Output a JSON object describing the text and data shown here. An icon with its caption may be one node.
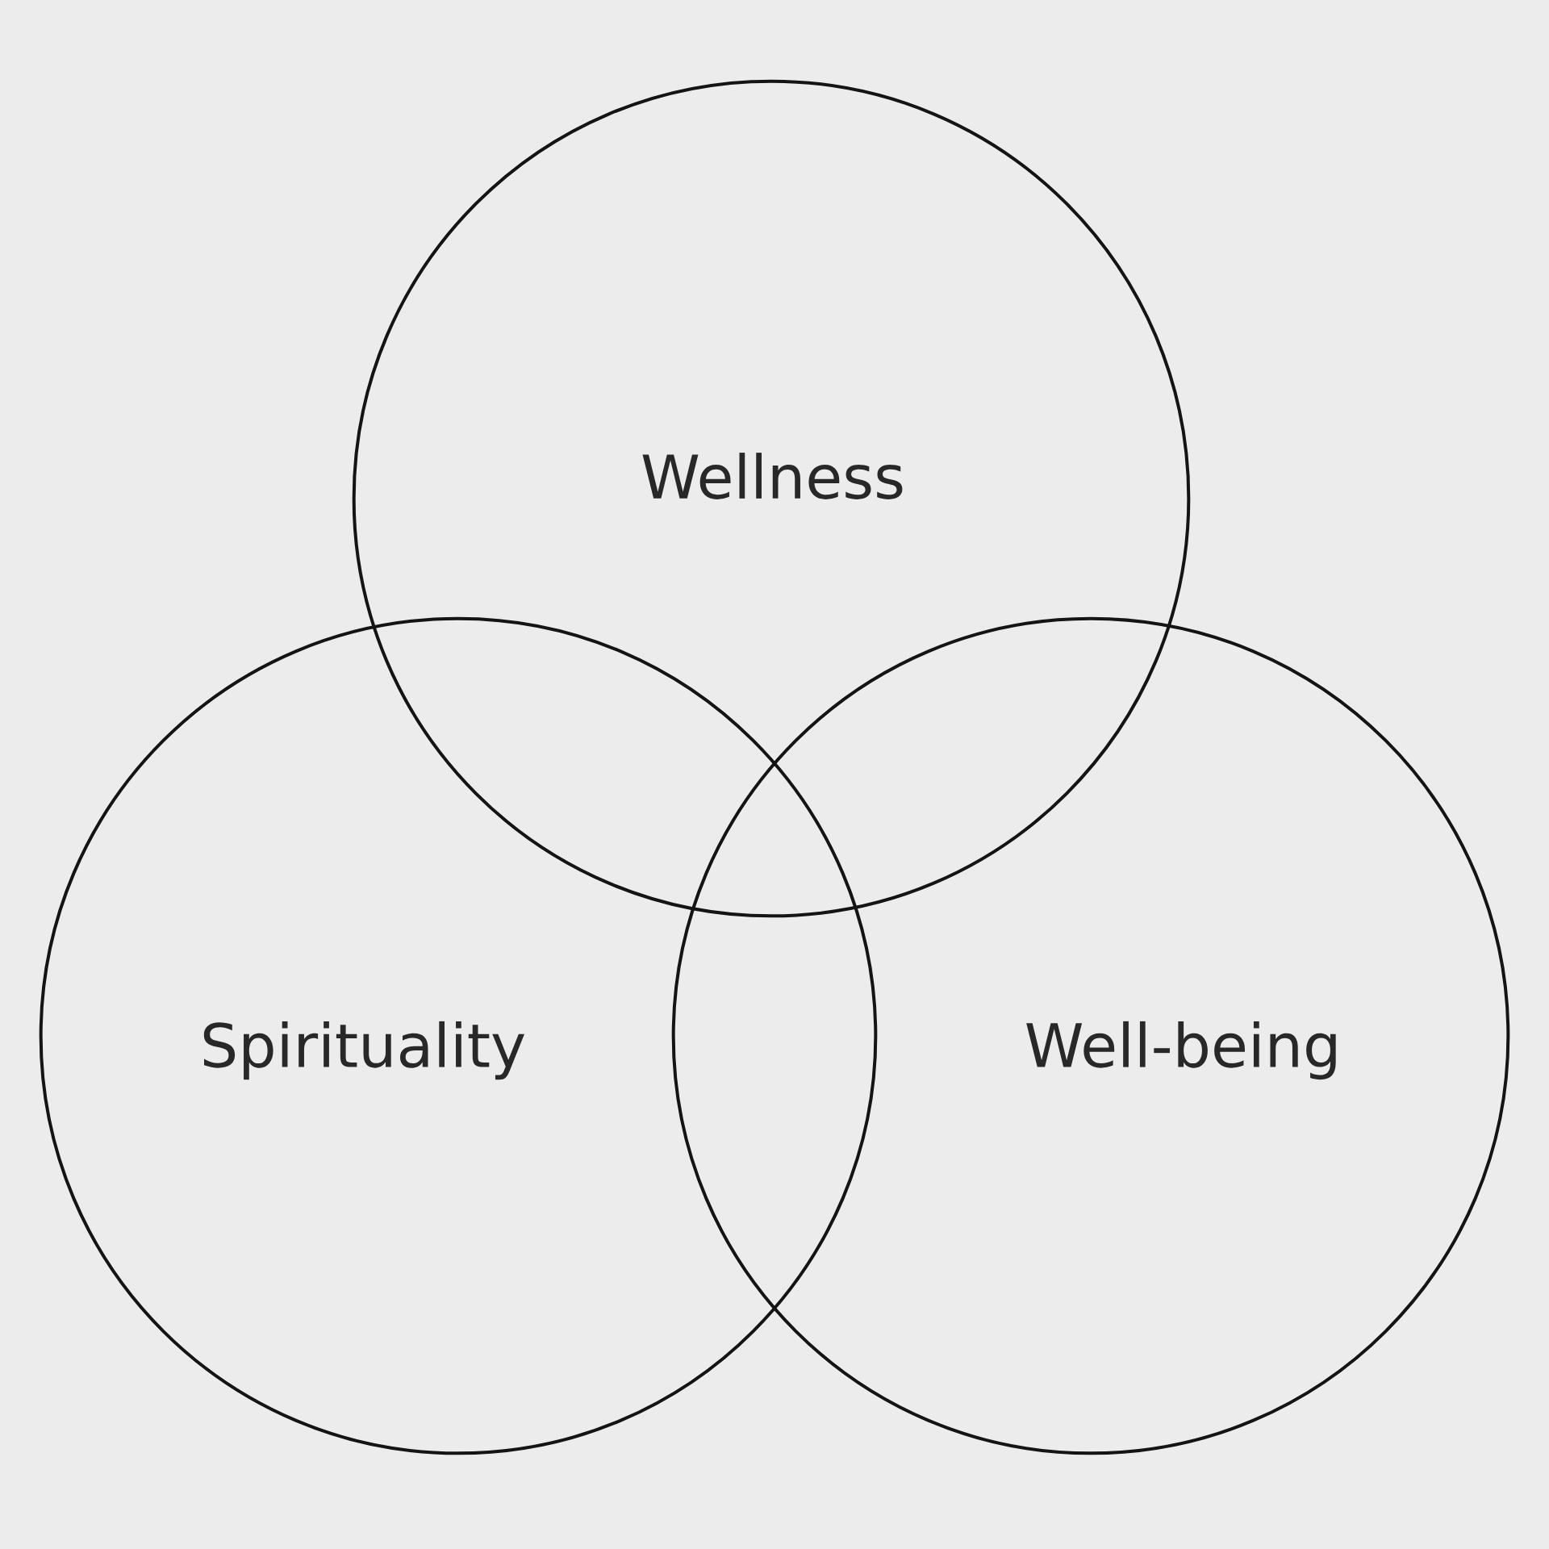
{
  "diagram": {
    "nodes": [
      {
        "text": [
          "Wellness"
        ]
      },
      {
        "text": [
          "Spirituality"
        ]
      },
      {
        "text": [
          "Well-being"
        ]
      }
    ]
  }
}
